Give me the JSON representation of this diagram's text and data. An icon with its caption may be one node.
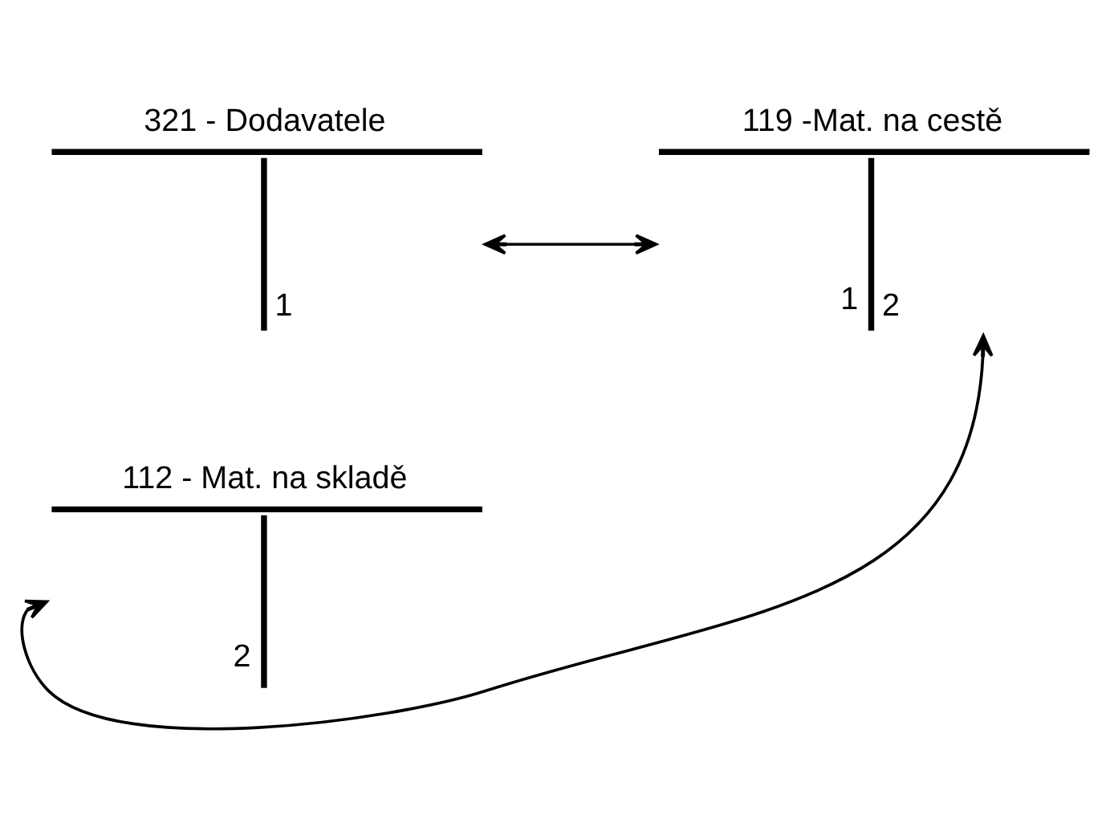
{
  "diagram": {
    "nodes": [
      {
        "text": [
          "321 - Dodavatele",
          "1"
        ]
      },
      {
        "text": [
          "119 -Mat. na cestě",
          "1",
          "2"
        ]
      },
      {
        "text": [
          "112 - Mat. na skladě",
          "2"
        ]
      }
    ],
    "edges": [
      {
        "from": 0,
        "to": 1,
        "arrow": "both"
      },
      {
        "from": 1,
        "to": 2,
        "arrow": "both"
      }
    ]
  }
}
